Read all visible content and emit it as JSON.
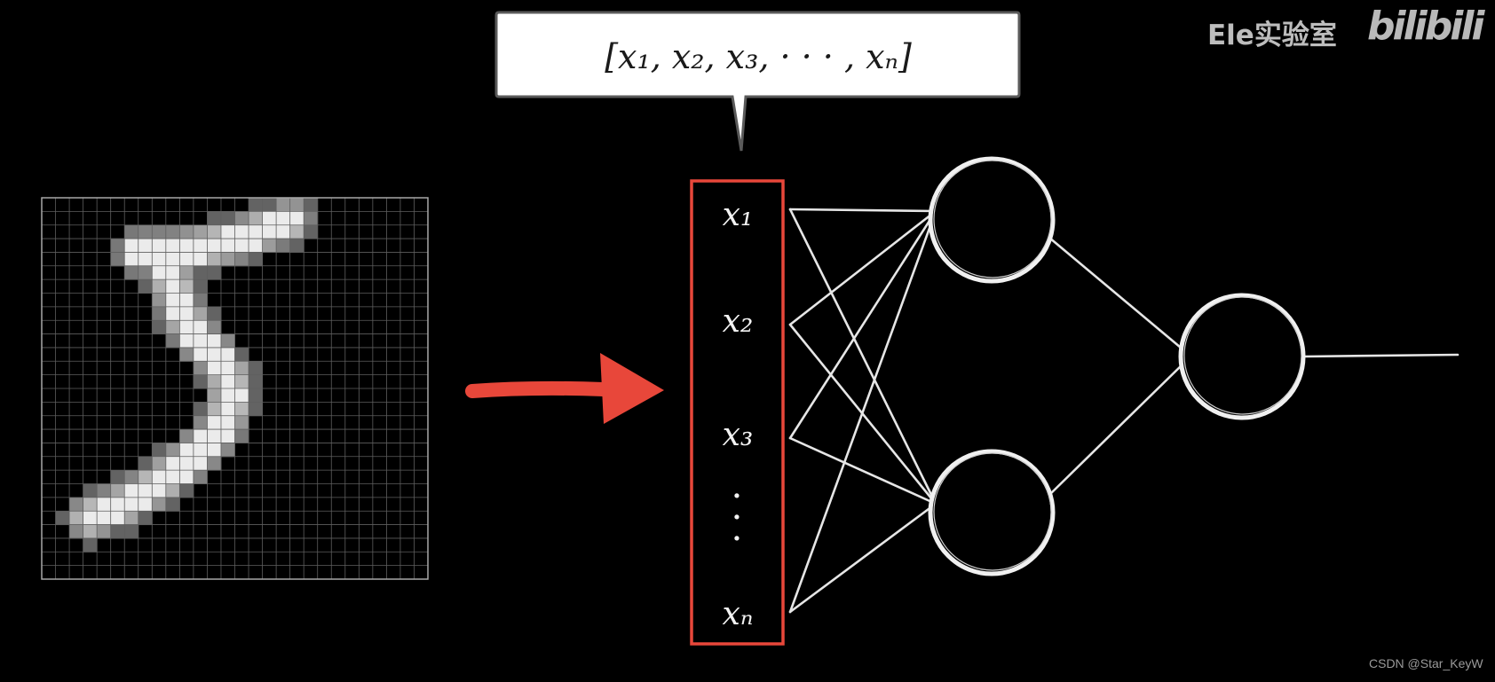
{
  "watermark": {
    "channel": "Ele实验室",
    "logo": "bilibili",
    "credit": "CSDN @Star_KeyW"
  },
  "speech_bubble": {
    "text": "[x₁, x₂, x₃, · · · , xₙ]"
  },
  "input_labels": [
    "x₁",
    "x₂",
    "x₃",
    "xₙ"
  ],
  "vdots": "·\n·\n·",
  "digit_image": {
    "grid_cells": 28,
    "digit": "5"
  },
  "colors": {
    "background": "#000000",
    "accent": "#e8473a",
    "neuron_stroke": "#f0f0f0",
    "grid_line": "#7a7a7a",
    "bubble_fill": "#ffffff"
  }
}
